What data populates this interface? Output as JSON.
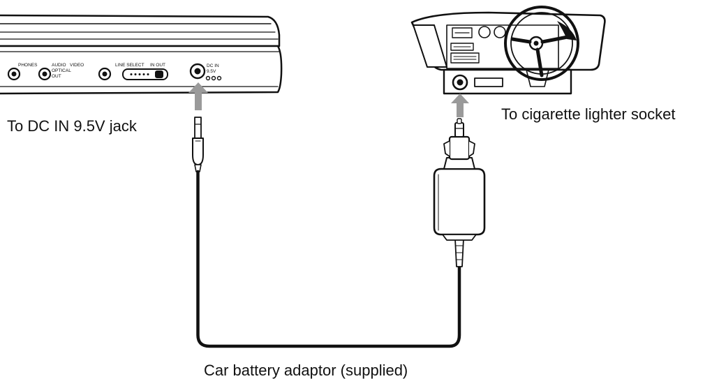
{
  "labels": {
    "dc_in": "To DC IN 9.5V jack",
    "lighter": "To cigarette lighter socket",
    "adaptor": "Car battery adaptor (supplied)"
  },
  "player_panel": {
    "phones": "PHONES",
    "audio": "AUDIO",
    "optical": "OPTICAL",
    "out": "OUT",
    "video": "VIDEO",
    "line_select": "LINE SELECT",
    "in_out": "IN OUT",
    "dc_in": "DC IN",
    "voltage": "9.5V"
  },
  "colors": {
    "line": "#111111",
    "arrow": "#9a9a9a",
    "background": "#ffffff"
  }
}
